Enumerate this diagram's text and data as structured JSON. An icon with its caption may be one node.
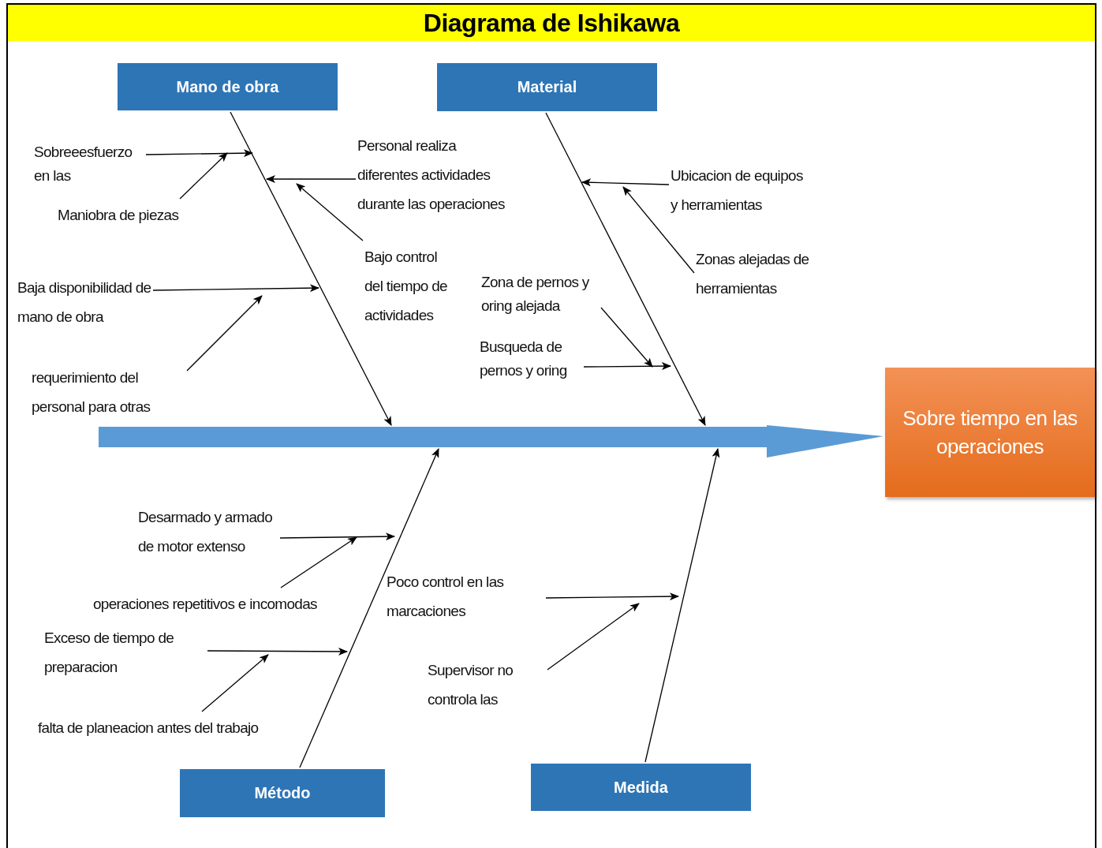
{
  "diagram": {
    "title": "Diagrama de Ishikawa",
    "nodes": [
      {
        "text": [
          "Mano de obra"
        ]
      },
      {
        "text": [
          "Material"
        ]
      },
      {
        "text": [
          "Método"
        ]
      },
      {
        "text": [
          "Medida"
        ]
      },
      {
        "text": [
          "Sobre tiempo en las operaciones"
        ]
      },
      {
        "text": [],
        "shape": "bar"
      },
      {
        "text": [
          "Sobreeesfuerzo en las"
        ]
      },
      {
        "text": [
          "Maniobra de piezas"
        ]
      },
      {
        "text": [
          "Personal realiza diferentes actividades durante las operaciones"
        ]
      },
      {
        "text": [
          "Bajo control del tiempo de actividades"
        ]
      },
      {
        "text": [
          "Baja disponibilidad de mano de obra"
        ]
      },
      {
        "text": [
          "requerimiento del personal para otras"
        ]
      },
      {
        "text": [
          "Ubicacion de equipos y herramientas"
        ]
      },
      {
        "text": [
          "Zonas alejadas de herramientas"
        ]
      },
      {
        "text": [
          "Zona de pernos y oring alejada"
        ]
      },
      {
        "text": [
          "Busqueda de pernos y oring"
        ]
      },
      {
        "text": [
          "Desarmado y armado de motor extenso"
        ]
      },
      {
        "text": [
          "operaciones repetitivos e incomodas"
        ]
      },
      {
        "text": [
          "Exceso de tiempo de preparacion"
        ]
      },
      {
        "text": [
          "falta de planeacion antes del trabajo"
        ]
      },
      {
        "text": [
          "Poco control en las marcaciones"
        ]
      },
      {
        "text": [
          "Supervisor no controla las"
        ]
      }
    ],
    "edges": [
      {
        "from": 0,
        "to": 5,
        "arrow": "to"
      },
      {
        "from": 1,
        "to": 5,
        "arrow": "to"
      },
      {
        "from": 2,
        "to": 5,
        "arrow": "to"
      },
      {
        "from": 3,
        "to": 5,
        "arrow": "to"
      },
      {
        "from": 5,
        "to": 4,
        "arrow": "to"
      },
      {
        "from": 6,
        "to": null,
        "arrow": "to"
      },
      {
        "from": 7,
        "to": null,
        "arrow": "to"
      },
      {
        "from": 8,
        "to": null,
        "arrow": "to"
      },
      {
        "from": 9,
        "to": null,
        "arrow": "to"
      },
      {
        "from": 10,
        "to": null,
        "arrow": "to"
      },
      {
        "from": 11,
        "to": null,
        "arrow": "to"
      },
      {
        "from": 12,
        "to": null,
        "arrow": "to"
      },
      {
        "from": 13,
        "to": null,
        "arrow": "to"
      },
      {
        "from": 14,
        "to": null,
        "arrow": "to"
      },
      {
        "from": 15,
        "to": null,
        "arrow": "to"
      },
      {
        "from": 16,
        "to": null,
        "arrow": "to"
      },
      {
        "from": 17,
        "to": null,
        "arrow": "to"
      },
      {
        "from": 18,
        "to": null,
        "arrow": "to"
      },
      {
        "from": 19,
        "to": null,
        "arrow": "to"
      },
      {
        "from": 20,
        "to": null,
        "arrow": "to"
      },
      {
        "from": 21,
        "to": null,
        "arrow": "to"
      }
    ]
  }
}
